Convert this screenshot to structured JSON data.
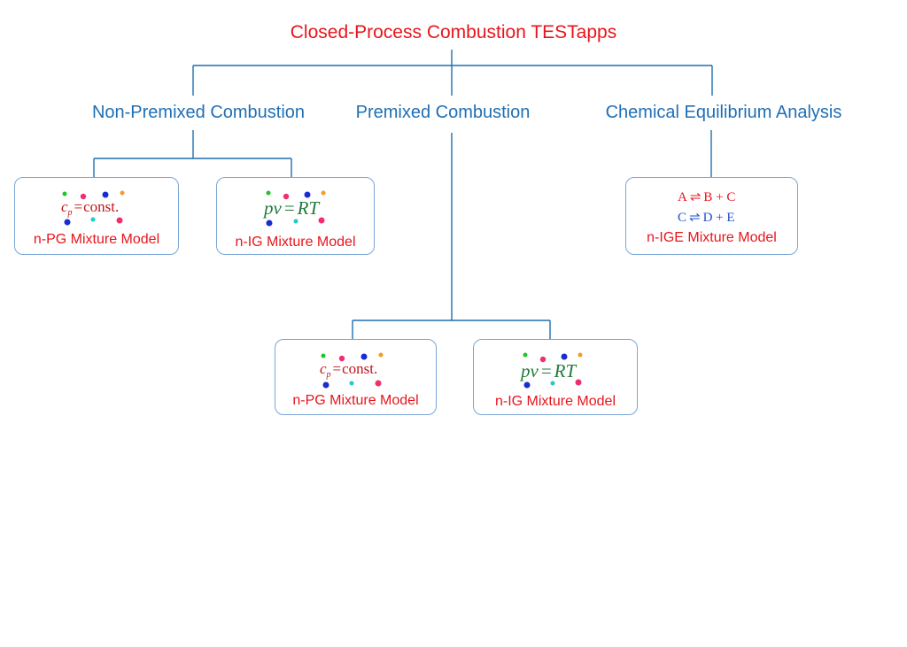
{
  "title": "Closed-Process Combustion TESTapps",
  "categories": {
    "non_premixed": "Non-Premixed Combustion",
    "premixed": "Premixed Combustion",
    "equilibrium": "Chemical Equilibrium Analysis"
  },
  "cards": {
    "nonpremixed_pg": {
      "label": "n-PG Mixture Model",
      "formula": {
        "lhs": "c",
        "sub": "p",
        "op": "=",
        "rhs": "const."
      }
    },
    "nonpremixed_ig": {
      "label": "n-IG Mixture Model",
      "formula": {
        "lhs": "pv",
        "op": "=",
        "rhs": "RT"
      }
    },
    "equilibrium_ige": {
      "label": "n-IGE Mixture Model",
      "reactions": [
        {
          "left": "A",
          "arrow": "⇌",
          "right": "B + C"
        },
        {
          "left": "C",
          "arrow": "⇌",
          "right": "D + E"
        }
      ]
    },
    "premixed_pg": {
      "label": "n-PG Mixture Model",
      "formula": {
        "lhs": "c",
        "sub": "p",
        "op": "=",
        "rhs": "const."
      }
    },
    "premixed_ig": {
      "label": "n-IG Mixture Model",
      "formula": {
        "lhs": "pv",
        "op": "=",
        "rhs": "RT"
      }
    }
  },
  "colors": {
    "title": "#e8141c",
    "category": "#1f6fb5",
    "connector": "#1f6fb0",
    "card_border": "#7aa6d6",
    "formula_pg": "#c0151b",
    "formula_ig": "#1f7a3a",
    "reaction_1": "#e8141c",
    "reaction_2": "#1f4fd0",
    "dot_green": "#22c42a",
    "dot_pink": "#f0306a",
    "dot_blue": "#1a2bd0",
    "dot_orange": "#f59a23",
    "dot_cyan": "#23c8c8"
  }
}
